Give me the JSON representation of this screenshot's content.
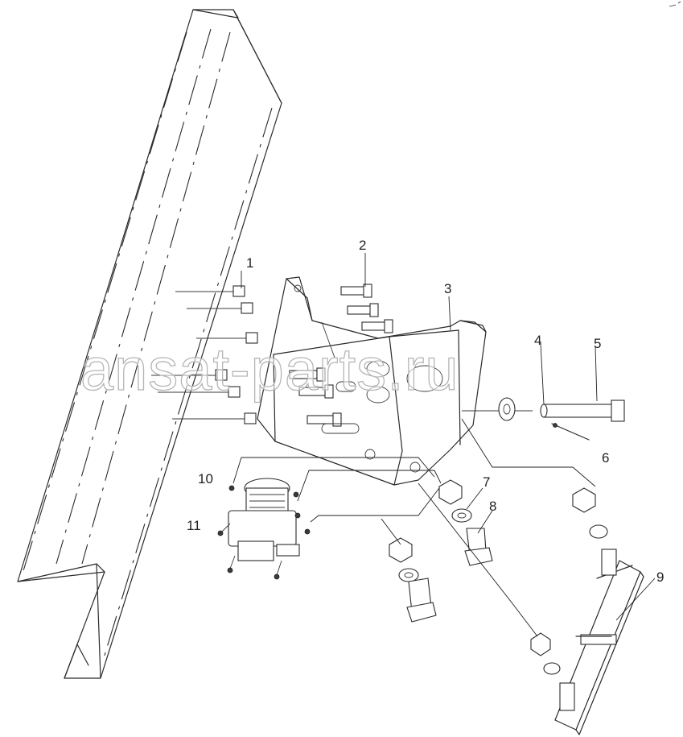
{
  "diagram": {
    "callouts": [
      {
        "id": "c1",
        "label": "1"
      },
      {
        "id": "c2",
        "label": "2"
      },
      {
        "id": "c3",
        "label": "3"
      },
      {
        "id": "c4",
        "label": "4"
      },
      {
        "id": "c5",
        "label": "5"
      },
      {
        "id": "c6",
        "label": "6"
      },
      {
        "id": "c7",
        "label": "7"
      },
      {
        "id": "c8",
        "label": "8"
      },
      {
        "id": "c9",
        "label": "9"
      },
      {
        "id": "c10",
        "label": "10"
      },
      {
        "id": "c11",
        "label": "11"
      }
    ],
    "watermark": "ansat-parts.ru"
  },
  "colors": {
    "line": "#2a2a2a",
    "background": "#ffffff",
    "watermark_outline": "#b5b5b5"
  }
}
